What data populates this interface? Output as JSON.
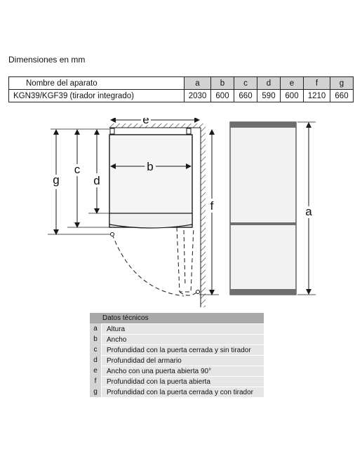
{
  "heading": "Dimensiones en mm",
  "table": {
    "header": [
      "Nombre del aparato",
      "a",
      "b",
      "c",
      "d",
      "e",
      "f",
      "g"
    ],
    "rows": [
      [
        "KGN39/KGF39 (tirador integrado)",
        "2030",
        "600",
        "660",
        "590",
        "600",
        "1210",
        "660"
      ]
    ]
  },
  "diagram": {
    "labels": {
      "a": "a",
      "b": "b",
      "c": "c",
      "d": "d",
      "e": "e",
      "f": "f",
      "g": "g"
    },
    "colors": {
      "line": "#1a1a1a",
      "panel": "#f2f2f2",
      "wall_hatch": "#333333",
      "appliance_edge": "#555555"
    }
  },
  "legend": {
    "title": "Datos técnicos",
    "items": [
      {
        "key": "a",
        "text": "Altura"
      },
      {
        "key": "b",
        "text": "Ancho"
      },
      {
        "key": "c",
        "text": "Profundidad con la puerta cerrada y sin tirador"
      },
      {
        "key": "d",
        "text": "Profundidad del armario"
      },
      {
        "key": "e",
        "text": "Ancho con una puerta abierta 90°"
      },
      {
        "key": "f",
        "text": "Profundidad con la puerta abierta"
      },
      {
        "key": "g",
        "text": "Profundidad con la puerta cerrada y con tirador"
      }
    ],
    "colors": {
      "title_bg": "#a9a9a9",
      "key_bg": "#d4d4d4",
      "row_bg": "#e6e6e6"
    }
  }
}
